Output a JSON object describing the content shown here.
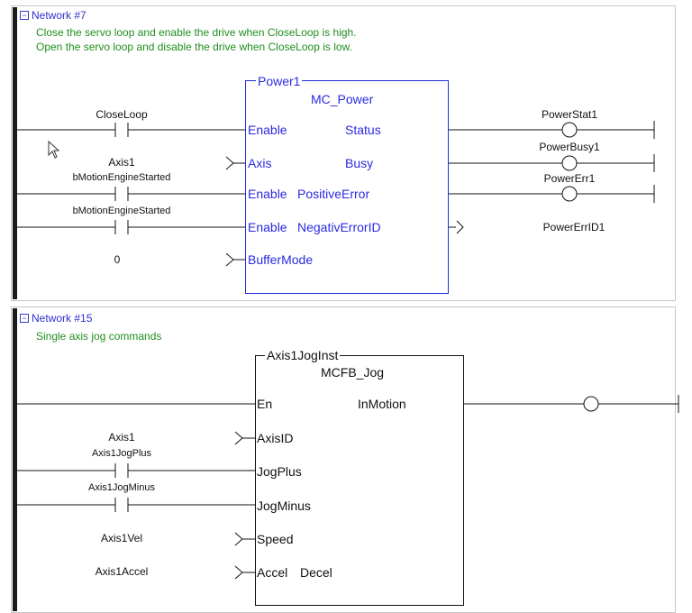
{
  "network1": {
    "header": "Network #7",
    "comment_line1": "Close the servo loop and enable the drive when CloseLoop is high.",
    "comment_line2": "Open the servo loop and disable the drive when CloseLoop is low.",
    "block": {
      "instance": "Power1",
      "type": "MC_Power",
      "inputs": [
        "Enable",
        "Axis",
        "Enable",
        "Enable",
        "BufferMode"
      ],
      "outputs": [
        "Status",
        "Busy",
        "PositiveError",
        "NegativErrorID"
      ]
    },
    "contacts": [
      "CloseLoop",
      "bMotionEngineStarted",
      "bMotionEngineStarted"
    ],
    "input_vars": {
      "axis": "Axis1",
      "buffermode": "0"
    },
    "coils": [
      "PowerStat1",
      "PowerBusy1",
      "PowerErr1"
    ],
    "output_var": "PowerErrID1"
  },
  "network2": {
    "header": "Network #15",
    "comment": "Single axis jog commands",
    "block": {
      "instance": "Axis1JogInst",
      "type": "MCFB_Jog",
      "inputs": [
        "En",
        "AxisID",
        "JogPlus",
        "JogMinus",
        "Speed",
        "Accel"
      ],
      "outputs": [
        "InMotion",
        "Decel"
      ]
    },
    "contacts": [
      "Axis1JogPlus",
      "Axis1JogMinus"
    ],
    "input_vars": {
      "axisid": "Axis1",
      "speed": "Axis1Vel",
      "accel": "Axis1Accel"
    }
  },
  "icons": [
    "collapse-box-icon",
    "mouse-cursor-icon",
    "contact-icon",
    "coil-icon",
    "input-arrow-icon"
  ],
  "colors": {
    "block_border": "#1f2fd6",
    "block_text": "#2a2ae0",
    "comment": "#1f8f1f",
    "wire": "#111111"
  }
}
